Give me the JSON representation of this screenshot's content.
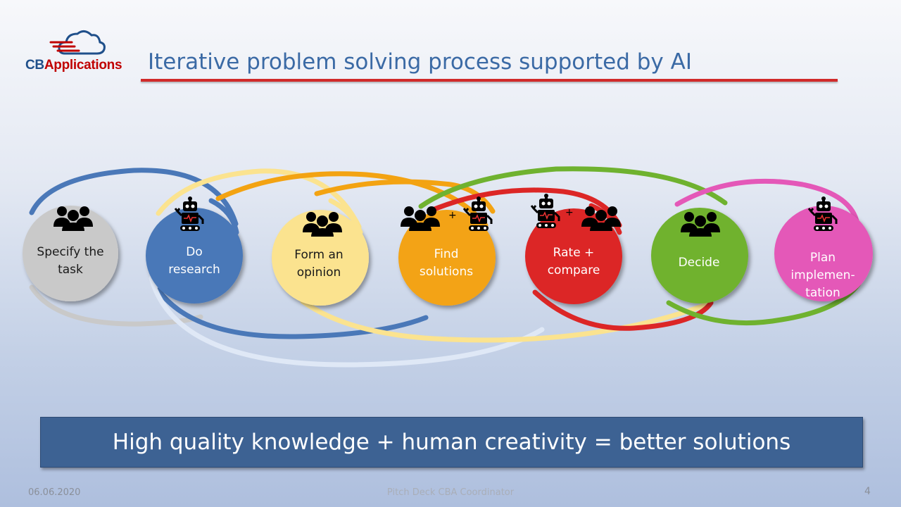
{
  "logo": {
    "part1": "CB",
    "part2": "Applications"
  },
  "title": "Iterative problem solving process supported by AI",
  "steps": [
    {
      "label_line1": "Specify the",
      "label_line2": "task",
      "color": "#c9c9c9",
      "text_color": "#1a1a1a",
      "actors": [
        "people-icon"
      ]
    },
    {
      "label_line1": "Do",
      "label_line2": "research",
      "color": "#4a78b8",
      "text_color": "#ffffff",
      "actors": [
        "robot-icon"
      ]
    },
    {
      "label_line1": "Form an",
      "label_line2": "opinion",
      "color": "#fbe38f",
      "text_color": "#1a1a1a",
      "actors": [
        "people-icon"
      ]
    },
    {
      "label_line1": "Find",
      "label_line2": "solutions",
      "color": "#f3a312",
      "text_color": "#ffffff",
      "actors": [
        "people-icon",
        "plus",
        "robot-icon"
      ]
    },
    {
      "label_line1": "Rate +",
      "label_line2": "compare",
      "color": "#dc2626",
      "text_color": "#ffffff",
      "actors": [
        "robot-icon",
        "plus",
        "people-icon"
      ]
    },
    {
      "label_line1": "Decide",
      "label_line2": "",
      "color": "#6fb22f",
      "text_color": "#ffffff",
      "actors": [
        "people-icon"
      ]
    },
    {
      "label_line1": "Plan",
      "label_line2": "implemen-",
      "label_line3": "tation",
      "color": "#e458b8",
      "text_color": "#ffffff",
      "actors": [
        "robot-icon"
      ]
    }
  ],
  "plus_sign": "+",
  "banner": {
    "text": "High quality knowledge + human creativity = better solutions",
    "color": "#3d6293"
  },
  "footer": {
    "date": "06.06.2020",
    "center": "Pitch Deck CBA Coordinator",
    "page": "4"
  }
}
